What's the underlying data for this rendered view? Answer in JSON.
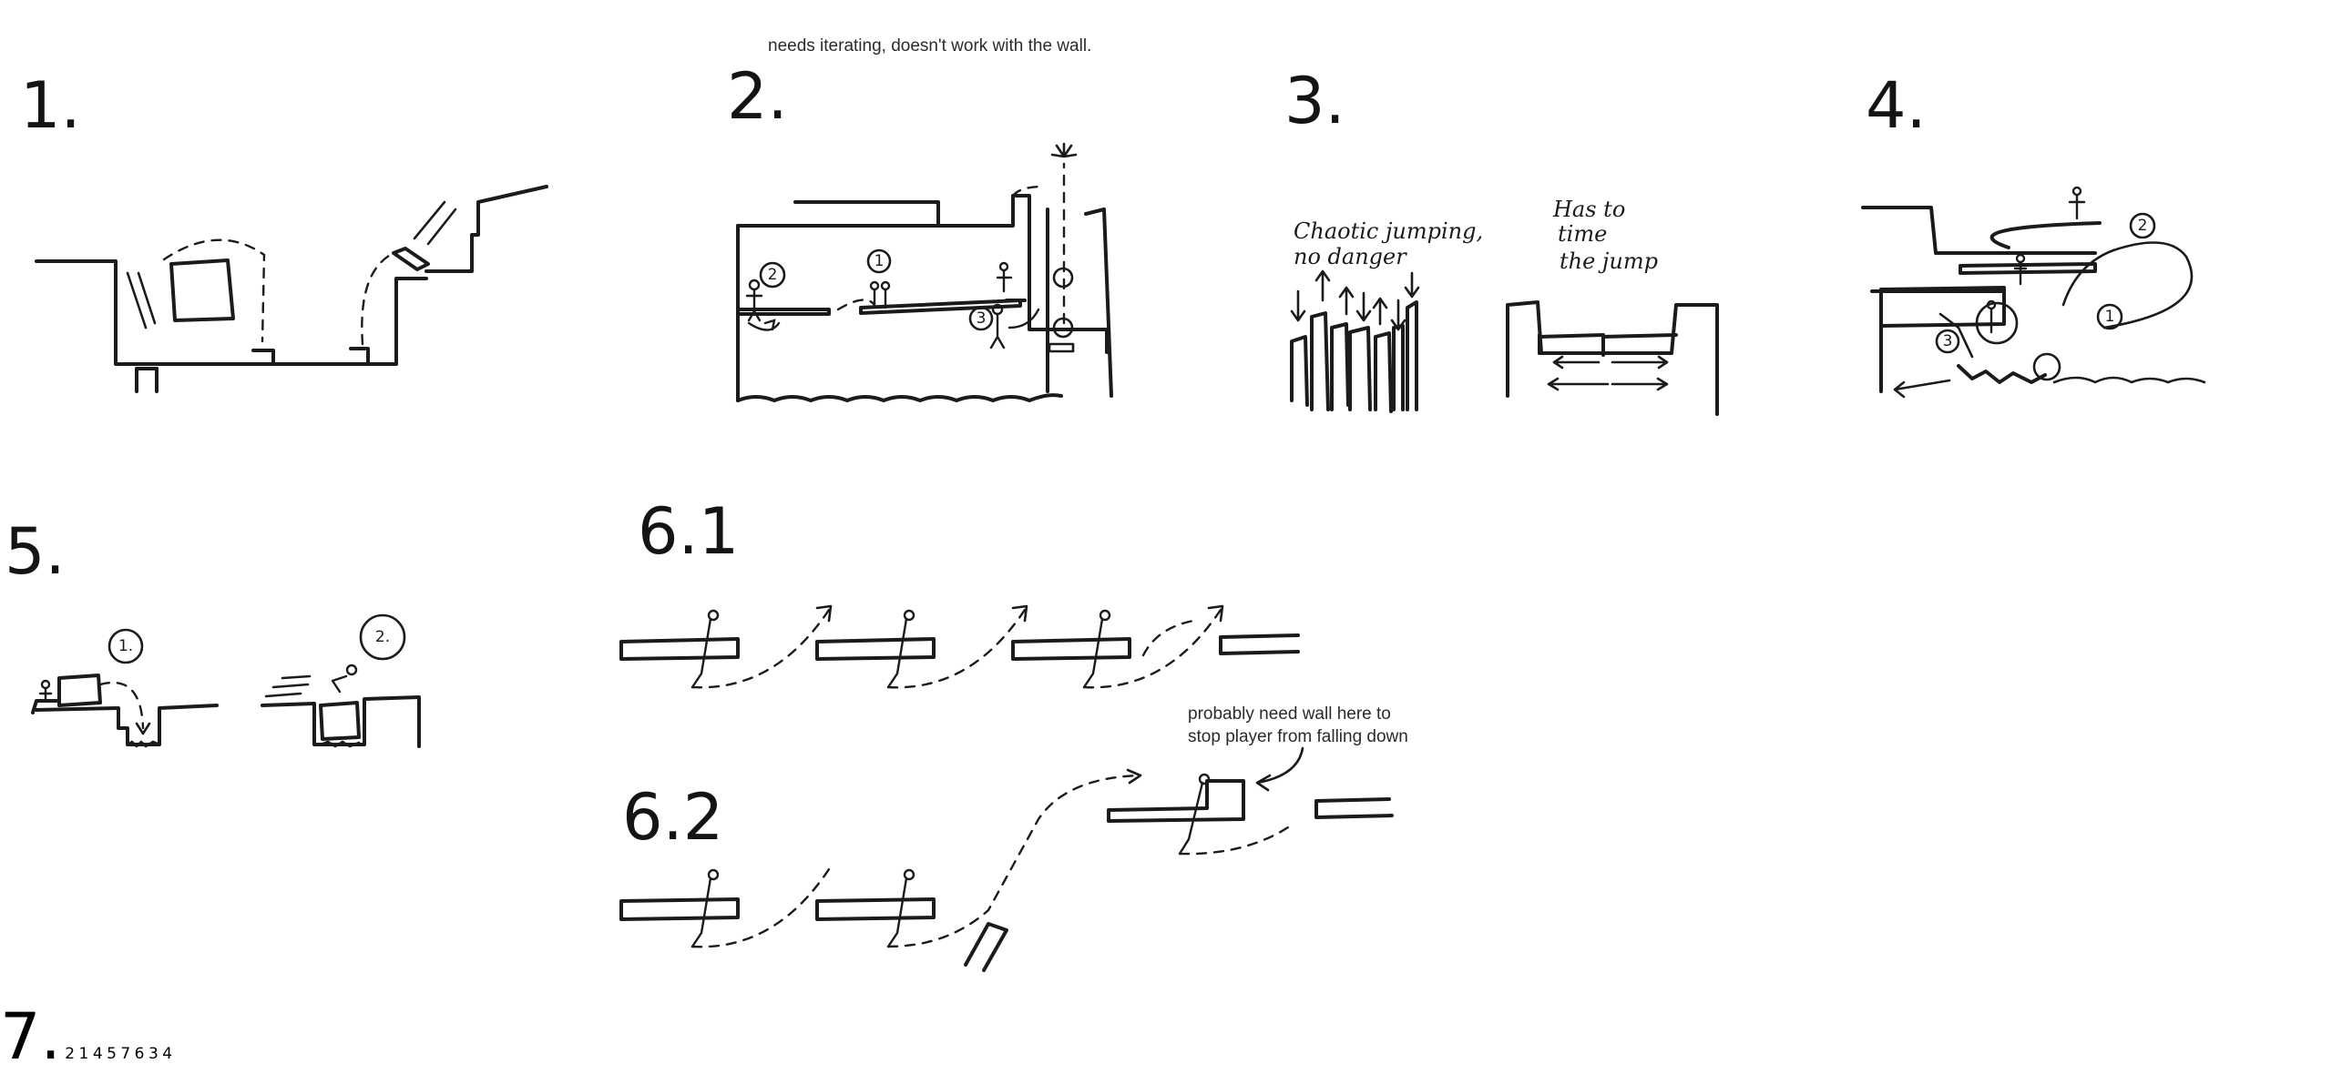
{
  "panels": {
    "p1": {
      "number": "1."
    },
    "p2": {
      "number": "2.",
      "note": "needs iterating, doesn't work with the wall."
    },
    "p3": {
      "number": "3.",
      "sketch_note_left": "Chaotic jumping, no danger",
      "sketch_note_right": "Has to time the jump"
    },
    "p4": {
      "number": "4."
    },
    "p5": {
      "number": "5."
    },
    "p61": {
      "number": "6.1"
    },
    "p62": {
      "number": "6.2",
      "note": "probably need wall here to stop player from falling down"
    },
    "p7": {
      "number": "7."
    }
  },
  "markers": {
    "p2": [
      "1",
      "2",
      "3"
    ],
    "p4": [
      "1",
      "2",
      "3"
    ],
    "p5": [
      "1.",
      "2."
    ],
    "p7": [
      "1",
      "2",
      "3",
      "4",
      "5",
      "6",
      "7"
    ]
  }
}
